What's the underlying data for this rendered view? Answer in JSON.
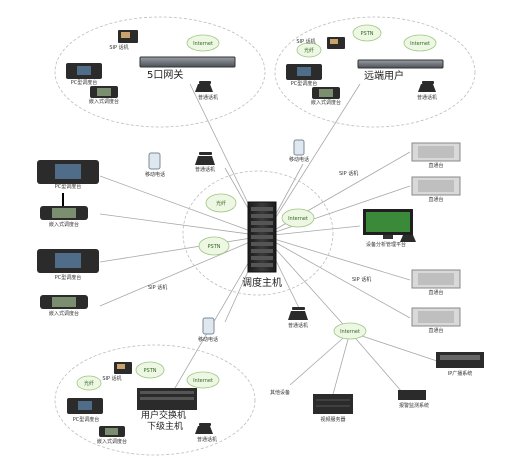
{
  "core": {
    "label": "调度主机",
    "clouds": {
      "fiber": "光纤",
      "internet": "Internet",
      "pstn": "PSTN"
    }
  },
  "sub_top_left": {
    "title": "5口网关",
    "cloud": "Internet",
    "sip_phone": "SIP 话机",
    "pc_console": "PC型调度台",
    "embedded_console": "嵌入式调度台",
    "regular_phone": "普通话机"
  },
  "sub_top_right": {
    "title": "远端用户",
    "cloud_pstn": "PSTN",
    "cloud_internet": "Internet",
    "sip_phone": "SIP 话机",
    "cloud_fiber": "光纤",
    "pc_console": "PC型调度台",
    "embedded_console": "嵌入式调度台",
    "regular_phone": "普通话机"
  },
  "sub_bottom": {
    "title_line1": "用户交换机",
    "title_line2": "下级主机",
    "cloud_pstn": "PSTN",
    "cloud_fiber": "光纤",
    "cloud_internet": "Internet",
    "sip_phone": "SIP 话机",
    "pc_console": "PC型调度台",
    "embedded_console": "嵌入式调度台",
    "regular_phone": "普通话机"
  },
  "left_devices": {
    "pc_console_1": "PC型调度台",
    "embedded_1": "嵌入式调度台",
    "pc_console_2": "PC型调度台",
    "embedded_2": "嵌入式调度台",
    "sip_phone": "SIP 话机"
  },
  "middle_devices": {
    "mobile_top": "移动电话",
    "regular_phone_top": "普通话机",
    "mobile_bottom": "移动电话",
    "regular_phone_bottom": "普通话机",
    "mobile_top_right": "移动电话"
  },
  "right_devices": {
    "sip_phone_top": "SIP 话机",
    "direct_1": "直通台",
    "direct_2": "直通台",
    "monitor": "设备分析管理平台",
    "sip_phone_bottom": "SIP 话机",
    "direct_3": "直通台",
    "direct_4": "直通台"
  },
  "internet_branch": {
    "cloud": "Internet",
    "other": "其他设备",
    "video_server": "视频服务器",
    "alarm": "报警监测系统",
    "broadcast": "IP广播系统"
  },
  "colors": {
    "cloud_fill": "#eef6e4",
    "cloud_stroke": "#9cc77f",
    "cloud_text": "#2f6b1f",
    "line": "#999999",
    "device_dark": "#2b2b2b"
  }
}
